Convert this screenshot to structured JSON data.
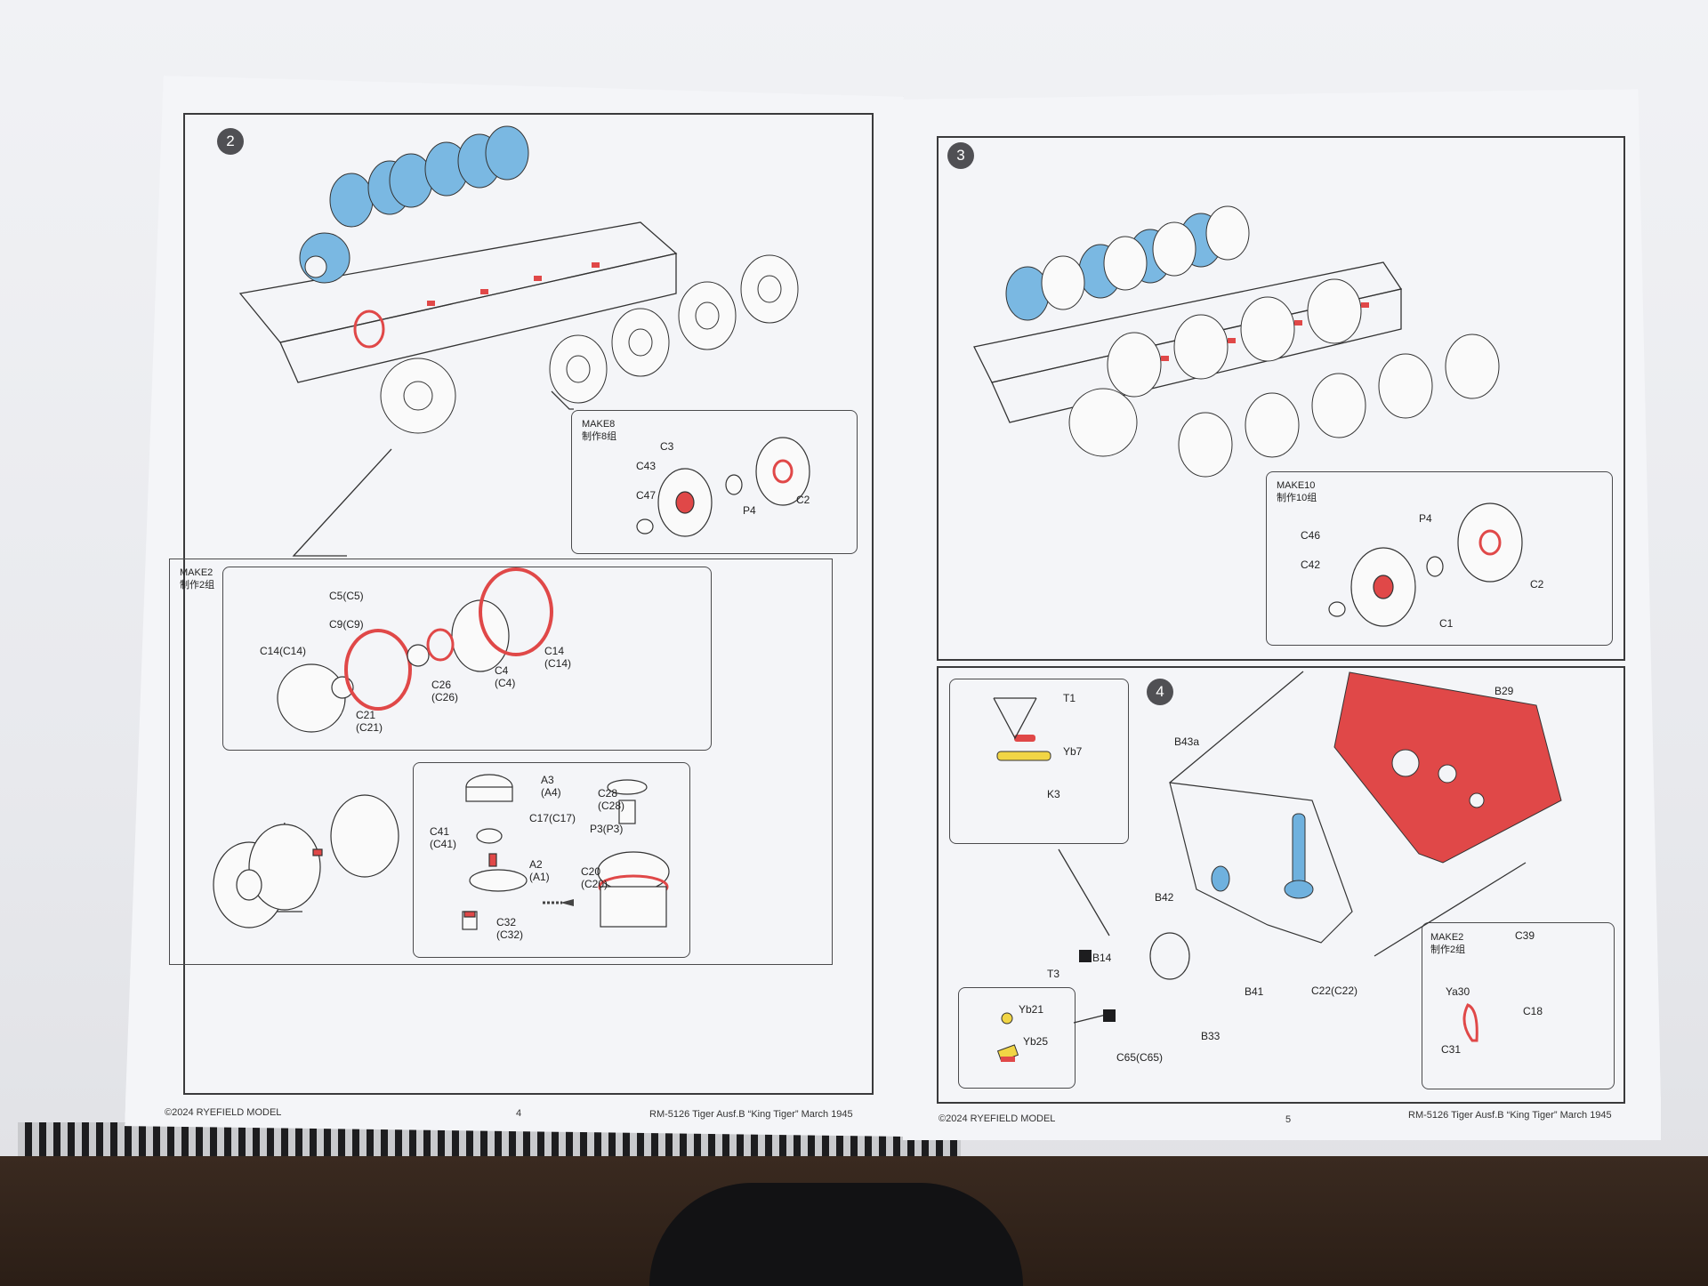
{
  "left_page": {
    "step_number": "2",
    "footer_copyright": "©2024 RYEFIELD MODEL",
    "page_number": "4",
    "footer_title": "RM-5126 Tiger Ausf.B “King Tiger” March 1945",
    "make8": {
      "title": "MAKE8",
      "subtitle": "制作8组",
      "labels": {
        "c3": "C3",
        "c43": "C43",
        "c47": "C47",
        "p4": "P4",
        "c2": "C2"
      }
    },
    "make2": {
      "title": "MAKE2",
      "subtitle": "制作2组",
      "labels": {
        "c5": "C5(C5)",
        "c9": "C9(C9)",
        "c14a": "C14(C14)",
        "c14b_1": "C14",
        "c14b_2": "(C14)",
        "c4_1": "C4",
        "c4_2": "(C4)",
        "c26_1": "C26",
        "c26_2": "(C26)",
        "c21_1": "C21",
        "c21_2": "(C21)"
      }
    },
    "sub_assembly": {
      "labels": {
        "a3_1": "A3",
        "a3_2": "(A4)",
        "c28_1": "C28",
        "c28_2": "(C28)",
        "c17": "C17(C17)",
        "p3": "P3(P3)",
        "c41_1": "C41",
        "c41_2": "(C41)",
        "a2_1": "A2",
        "a2_2": "(A1)",
        "c20_1": "C20",
        "c20_2": "(C20)",
        "c32_1": "C32",
        "c32_2": "(C32)"
      }
    }
  },
  "right_page": {
    "step3_number": "3",
    "step4_number": "4",
    "footer_copyright": "©2024 RYEFIELD MODEL",
    "page_number": "5",
    "footer_title": "RM-5126 Tiger Ausf.B “King Tiger” March 1945",
    "make10": {
      "title": "MAKE10",
      "subtitle": "制作10组",
      "labels": {
        "p4": "P4",
        "c46": "C46",
        "c42": "C42",
        "c1": "C1",
        "c2": "C2"
      }
    },
    "step4_labels": {
      "b29": "B29",
      "b43a": "B43a",
      "t1": "T1",
      "yb7": "Yb7",
      "k3": "K3",
      "t3": "T3",
      "b42": "B42",
      "b14": "B14",
      "yb21": "Yb21",
      "yb25": "Yb25",
      "b41": "B41",
      "c22": "C22(C22)",
      "b33": "B33",
      "c65": "C65(C65)"
    },
    "make2": {
      "title": "MAKE2",
      "subtitle": "制作2组",
      "labels": {
        "c39": "C39",
        "ya30": "Ya30",
        "c18": "C18",
        "c31": "C31"
      }
    }
  },
  "colors": {
    "highlight_red": "#e04848",
    "highlight_blue": "#6fb1de",
    "line": "#333333"
  }
}
